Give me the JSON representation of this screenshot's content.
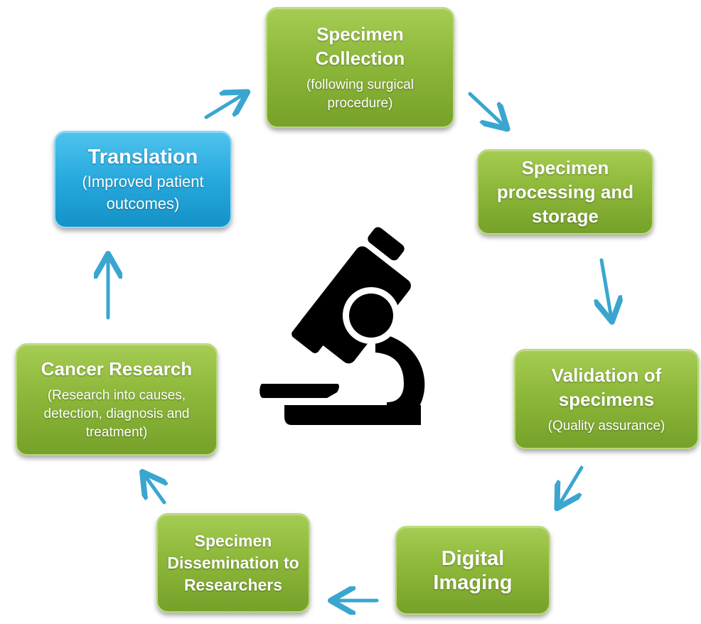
{
  "nodes": {
    "collection": {
      "title": "Specimen Collection",
      "subtitle": "(following surgical procedure)"
    },
    "processing": {
      "title": "Specimen processing and storage"
    },
    "validation": {
      "title": "Validation of specimens",
      "subtitle": "(Quality assurance)"
    },
    "imaging": {
      "title": "Digital Imaging"
    },
    "dissemination": {
      "title": "Specimen Dissemination to Researchers"
    },
    "research": {
      "title": "Cancer Research",
      "subtitle": "(Research into causes, detection, diagnosis and treatment)"
    },
    "translation": {
      "title": "Translation",
      "subtitle": "(Improved patient outcomes)"
    }
  },
  "colors": {
    "node_green": "#8db83a",
    "node_blue": "#27a9dd",
    "arrow": "#3aa6cf",
    "icon": "#000000"
  },
  "icons": {
    "center": "microscope-icon"
  }
}
